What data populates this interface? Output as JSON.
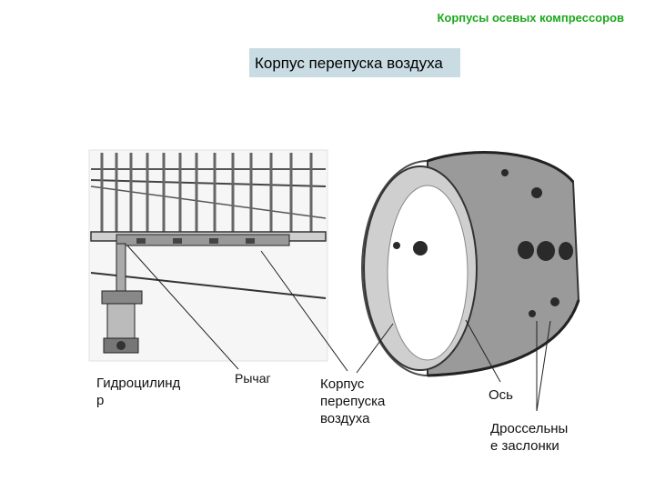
{
  "header": {
    "text": "Корпусы осевых компрессоров"
  },
  "slide": {
    "title": "Корпус перепуска воздуха"
  },
  "labels": {
    "hydro_line1": "Гидроцилинд",
    "hydro_line2": "р",
    "lever": "Рычаг",
    "housing_line1": "Корпус",
    "housing_line2": "перепуска",
    "housing_line3": "воздуха",
    "axis": "Ось",
    "valves_line1": "Дроссельны",
    "valves_line2": "е заслонки"
  },
  "images": {
    "left": "compressor-mechanism-drawing",
    "right": "bypass-ring-housing-photo"
  },
  "colors": {
    "header": "#1ea81e",
    "title_bg": "#c9dce3",
    "line": "#222222"
  }
}
